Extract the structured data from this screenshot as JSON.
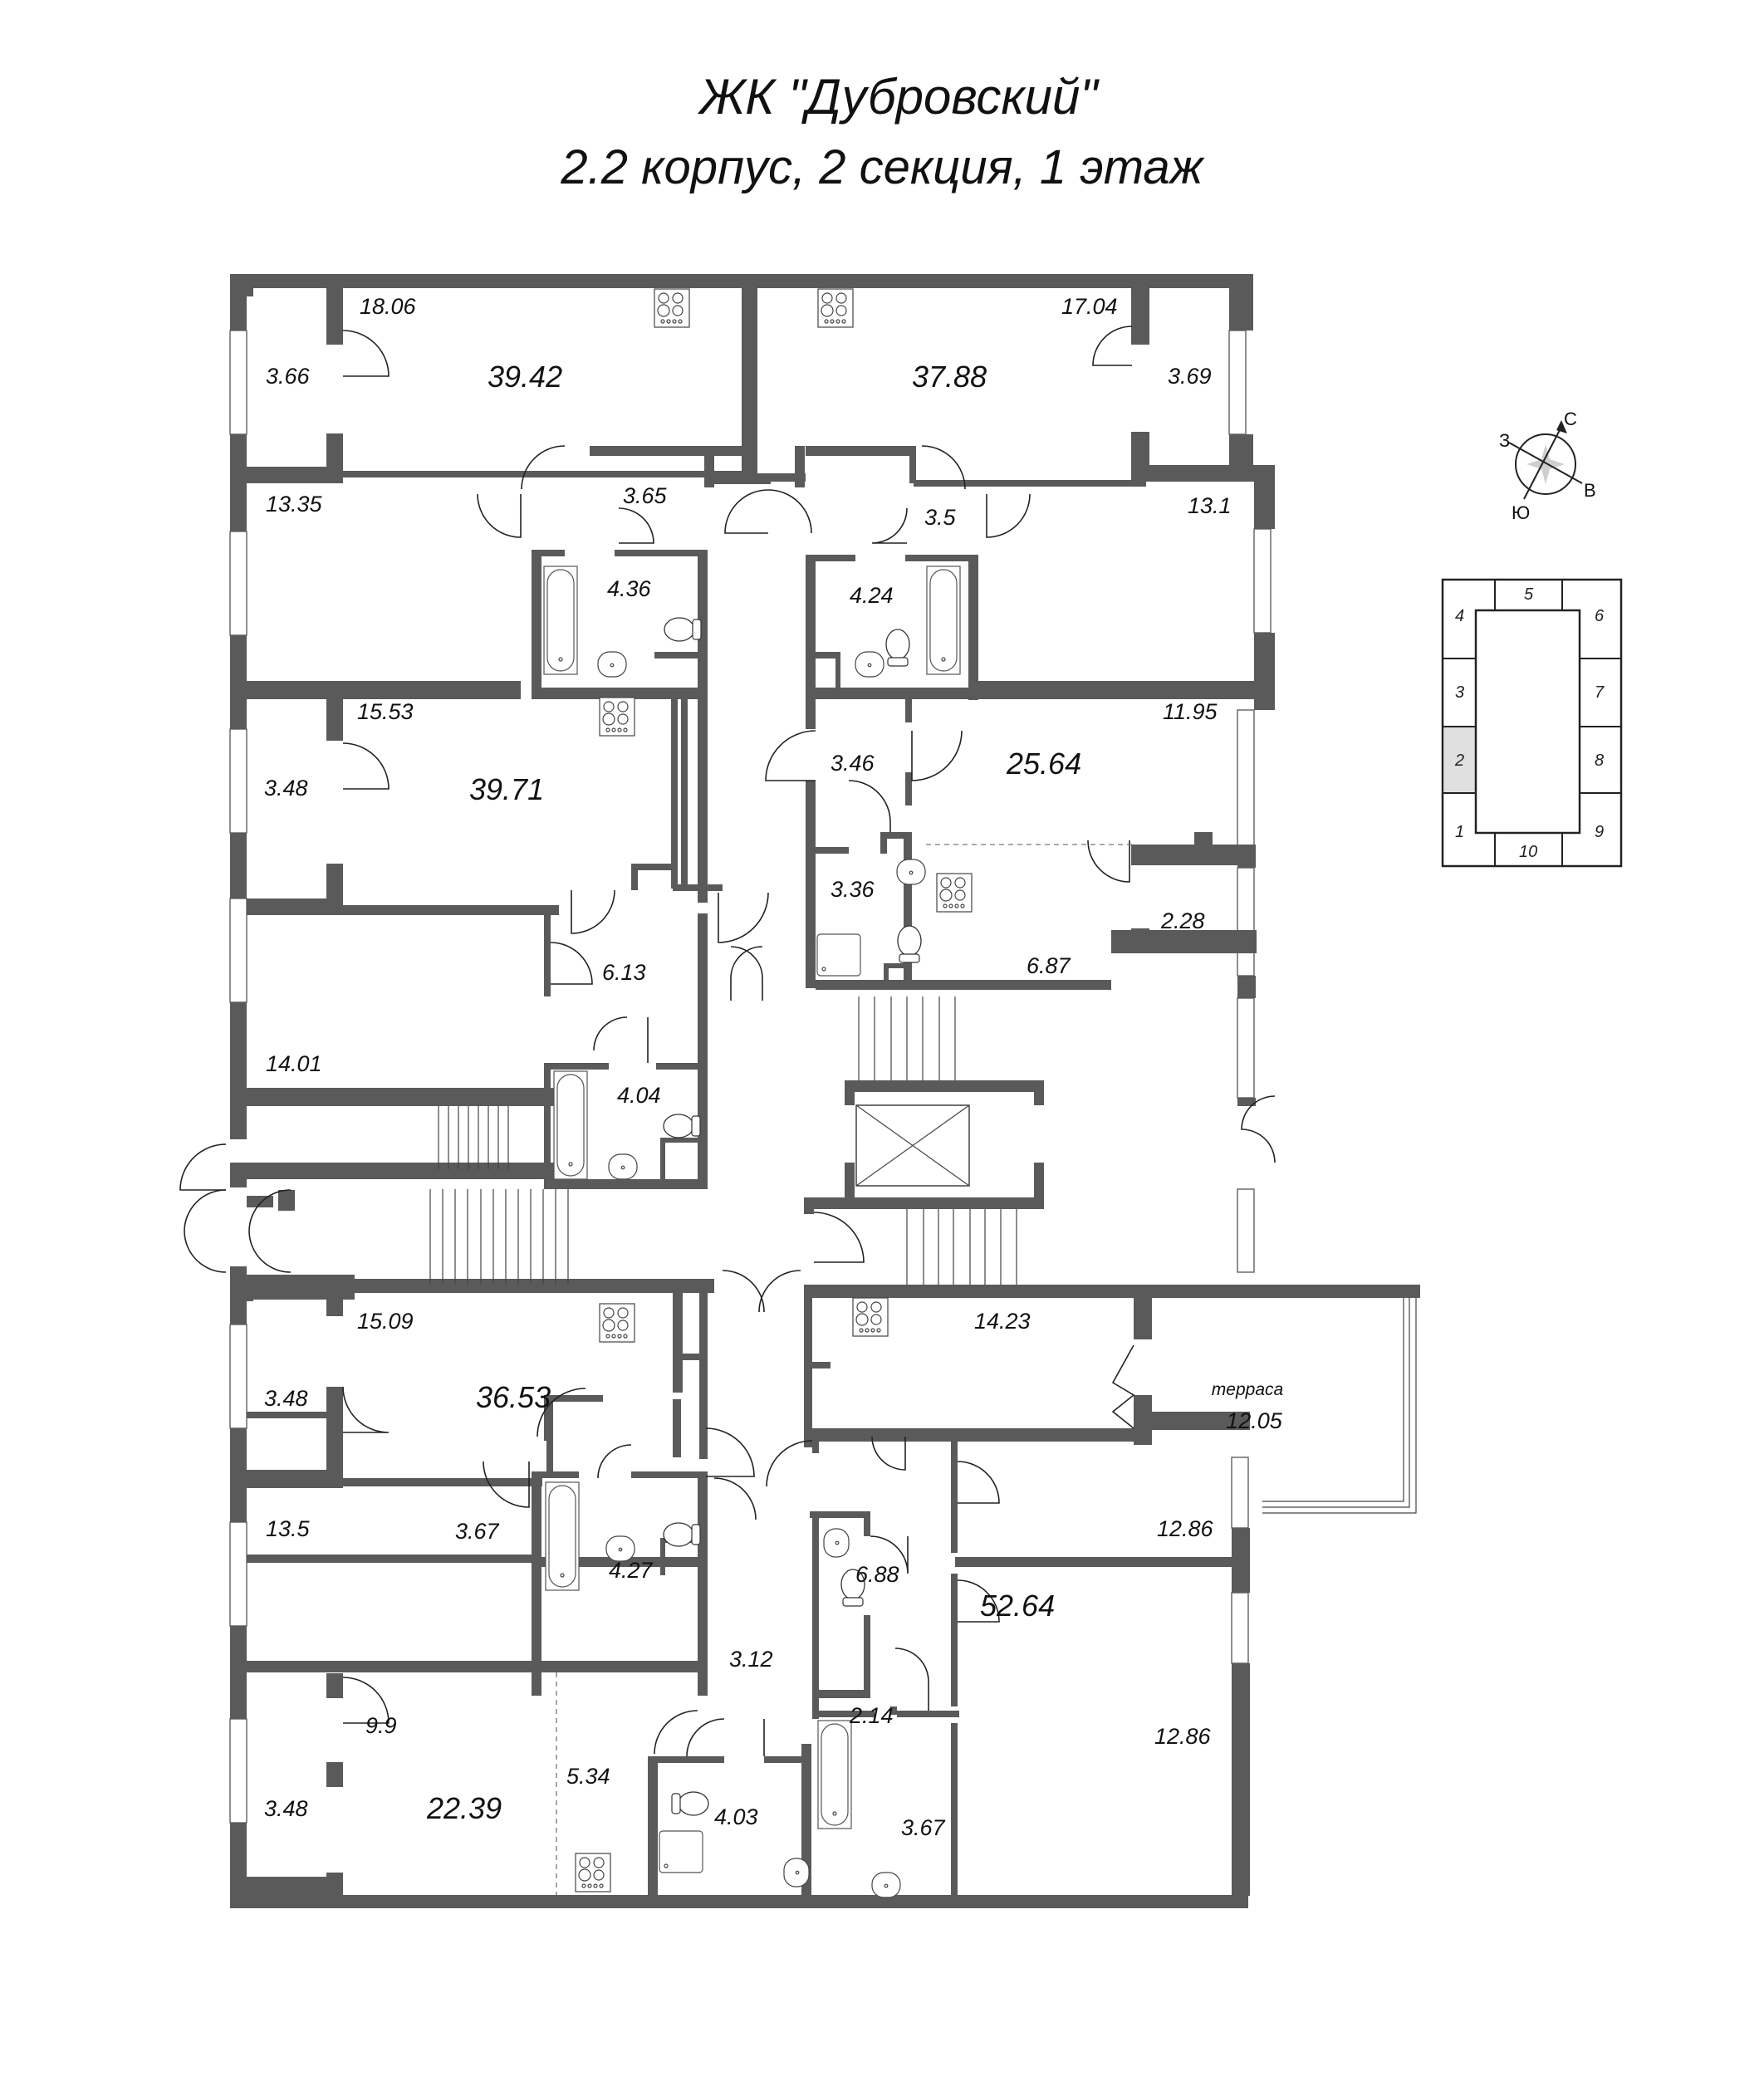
{
  "header": {
    "title": "ЖК \"Дубровский\"",
    "subtitle": "2.2 корпус, 2 секция, 1 этаж"
  },
  "colors": {
    "wall": "#5a5a5a",
    "highlight_section": "#e0e0e0",
    "text": "#111111"
  },
  "compass": {
    "north": "С",
    "south": "Ю",
    "east": "В",
    "west": "З"
  },
  "section_map": {
    "sections": [
      "1",
      "2",
      "3",
      "4",
      "5",
      "6",
      "7",
      "8",
      "9",
      "10"
    ],
    "highlighted": "2"
  },
  "apartments": [
    {
      "id": "apt-top-left",
      "total": "39.42",
      "rooms": {
        "kitchen": "18.06",
        "balcony": "3.66",
        "bedroom": "13.35",
        "hall": "3.65",
        "bath": "4.36"
      }
    },
    {
      "id": "apt-top-right",
      "total": "37.88",
      "rooms": {
        "kitchen": "17.04",
        "balcony": "3.69",
        "bedroom": "13.1",
        "hall": "3.5",
        "bath": "4.24"
      }
    },
    {
      "id": "apt-mid-left",
      "total": "39.71",
      "rooms": {
        "kitchen": "15.53",
        "balcony": "3.48",
        "bedroom": "14.01",
        "hall": "6.13",
        "bath": "4.04"
      }
    },
    {
      "id": "apt-mid-right",
      "total": "25.64",
      "rooms": {
        "living": "11.95",
        "hall": "3.46",
        "bath": "3.36",
        "kitchen": "6.87",
        "balcony": "2.28"
      }
    },
    {
      "id": "apt-low-left",
      "total": "36.53",
      "rooms": {
        "kitchen": "15.09",
        "balcony": "3.48",
        "bedroom": "13.5",
        "hall": "3.67",
        "bath": "4.27"
      }
    },
    {
      "id": "apt-bottom-left",
      "total": "22.39",
      "rooms": {
        "living": "9.9",
        "balcony": "3.48",
        "kitchen": "5.34",
        "hall": "3.12",
        "bath": "4.03"
      }
    },
    {
      "id": "apt-low-right",
      "total": "52.64",
      "rooms": {
        "kitchen": "14.23",
        "terrace_label": "терраса",
        "terrace": "12.05",
        "bedroom1": "12.86",
        "bedroom2": "12.86",
        "hall": "6.88",
        "wc": "2.14",
        "bath": "3.67"
      }
    }
  ]
}
